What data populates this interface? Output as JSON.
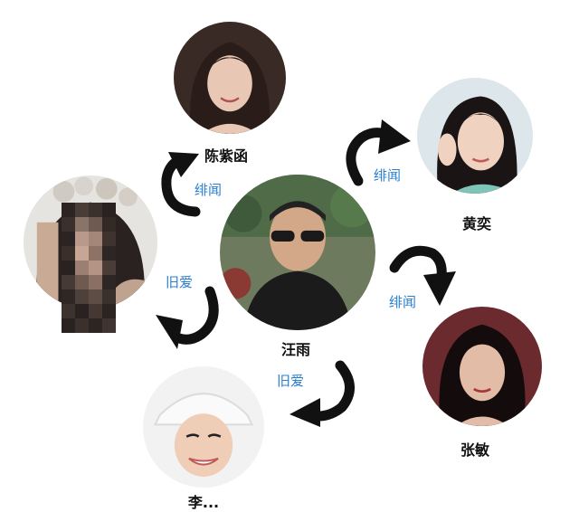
{
  "people": {
    "center": {
      "name": "汪雨"
    },
    "top": {
      "name": "陈紫函"
    },
    "right_top": {
      "name": "黄奕"
    },
    "right_bottom": {
      "name": "张敏"
    },
    "bottom": {
      "name": "李..."
    },
    "left": {
      "name": ""
    }
  },
  "relations": {
    "top": "绯闻",
    "right_top": "绯闻",
    "right_bottom": "绯闻",
    "left": "旧爱",
    "bottom": "旧爱"
  },
  "colors": {
    "arrow": "#111111",
    "relation_text": "#2a7fd0",
    "name_text": "#111111"
  }
}
